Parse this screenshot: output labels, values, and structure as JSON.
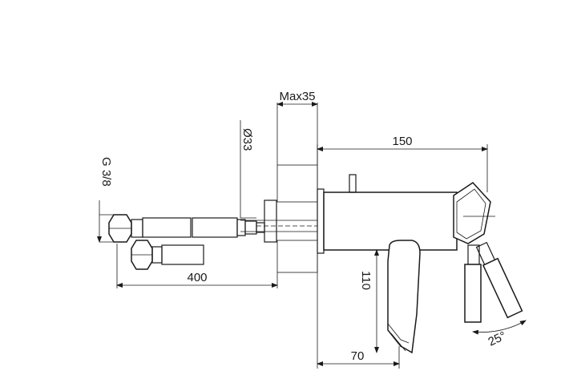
{
  "dimensions": {
    "max_wall": "Max35",
    "pipe_diameter": "Ø33",
    "thread": "G 3/8",
    "hose_length": "400",
    "spout_reach": "150",
    "height": "110",
    "spout_offset": "70",
    "lever_angle": "25°"
  }
}
